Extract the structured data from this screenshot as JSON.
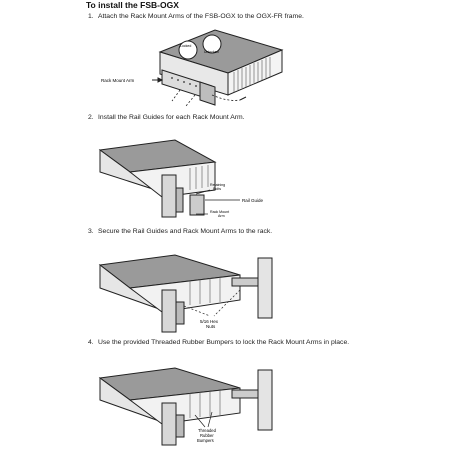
{
  "title": "To install the FSB-OGX",
  "steps": [
    {
      "num": "1.",
      "text": "Attach the Rack Mount Arms of the FSB-OGX to the OGX-FR frame."
    },
    {
      "num": "2.",
      "text": "Install the Rail Guides for each Rack Mount Arm."
    },
    {
      "num": "3.",
      "text": "Secure the Rail Guides and Rack Mount Arms to the rack."
    },
    {
      "num": "4.",
      "text": "Use the provided Threaded Rubber Bumpers to lock the Rack Mount Arms in place."
    }
  ],
  "labels": {
    "fig1_arm": "Rack Mount Arm",
    "fig1_locked": "Locked",
    "fig1_unlocked": "Unlocked",
    "fig2_bolts_1": "Retaining",
    "fig2_bolts_2": "Bolts",
    "fig2_rail": "Rail Guide",
    "fig2_arm_1": "Rack Mount",
    "fig2_arm_2": "Arm",
    "fig3_nuts_1": "5/16 Hex",
    "fig3_nuts_2": "Nuts",
    "fig4_bump_1": "Threaded",
    "fig4_bump_2": "Rubber",
    "fig4_bump_3": "Bumpers"
  }
}
